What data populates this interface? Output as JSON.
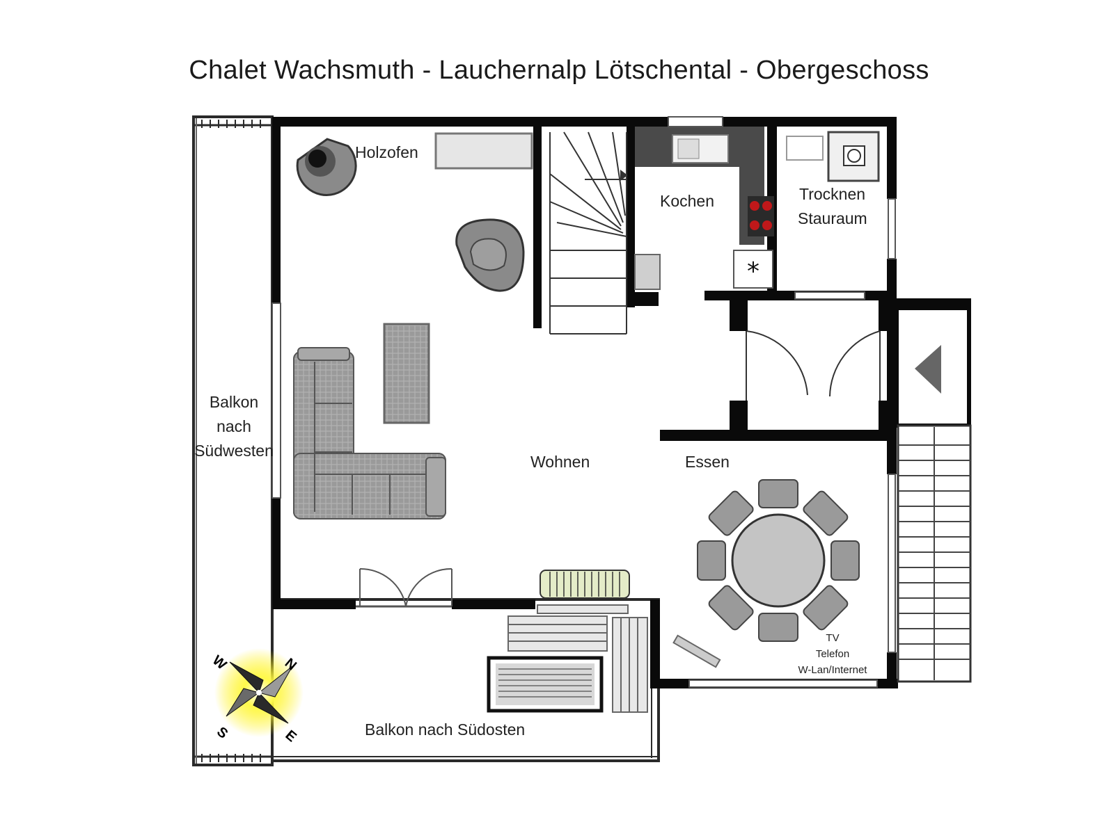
{
  "title": "Chalet Wachsmuth - Lauchernalp Lötschental - Obergeschoss",
  "rooms": {
    "holzofen": "Holzofen",
    "kochen": "Kochen",
    "trocknen": "Trocknen",
    "stauraum": "Stauraum",
    "wohnen": "Wohnen",
    "essen": "Essen",
    "balkon_sw_1": "Balkon",
    "balkon_sw_2": "nach",
    "balkon_sw_3": "Südwesten",
    "balkon_so": "Balkon nach Südosten"
  },
  "equipment": {
    "line1": "TV",
    "line2": "Telefon",
    "line3": "W-Lan/Internet"
  },
  "compass": {
    "w": "W",
    "n": "N",
    "s": "S",
    "e": "E"
  },
  "colors": {
    "wall": "#0a0a0a",
    "furniture": "#8a8a8a",
    "sun": "#ffee00",
    "stove": "#c0181a"
  }
}
